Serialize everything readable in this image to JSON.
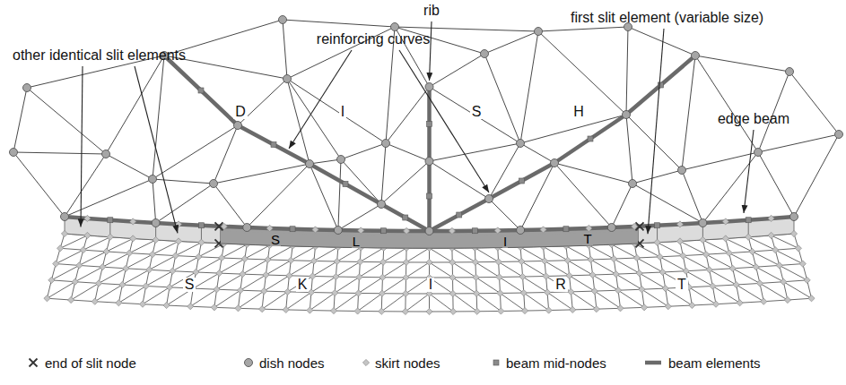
{
  "diagram": {
    "nodes": [
      {
        "text": [
          "S",
          "L",
          "I",
          "T"
        ]
      }
    ],
    "labels": [
      "other identical slit elements",
      "rib",
      "reinforcing curves",
      "first slit element (variable size)",
      "edge beam",
      "D",
      "I",
      "S",
      "H",
      "S",
      "K",
      "I",
      "R",
      "T"
    ],
    "legend": [
      {
        "text": "end of slit node"
      },
      {
        "text": "dish nodes"
      },
      {
        "text": "skirt nodes"
      },
      {
        "text": "beam mid-nodes"
      },
      {
        "text": "beam elements"
      }
    ]
  }
}
